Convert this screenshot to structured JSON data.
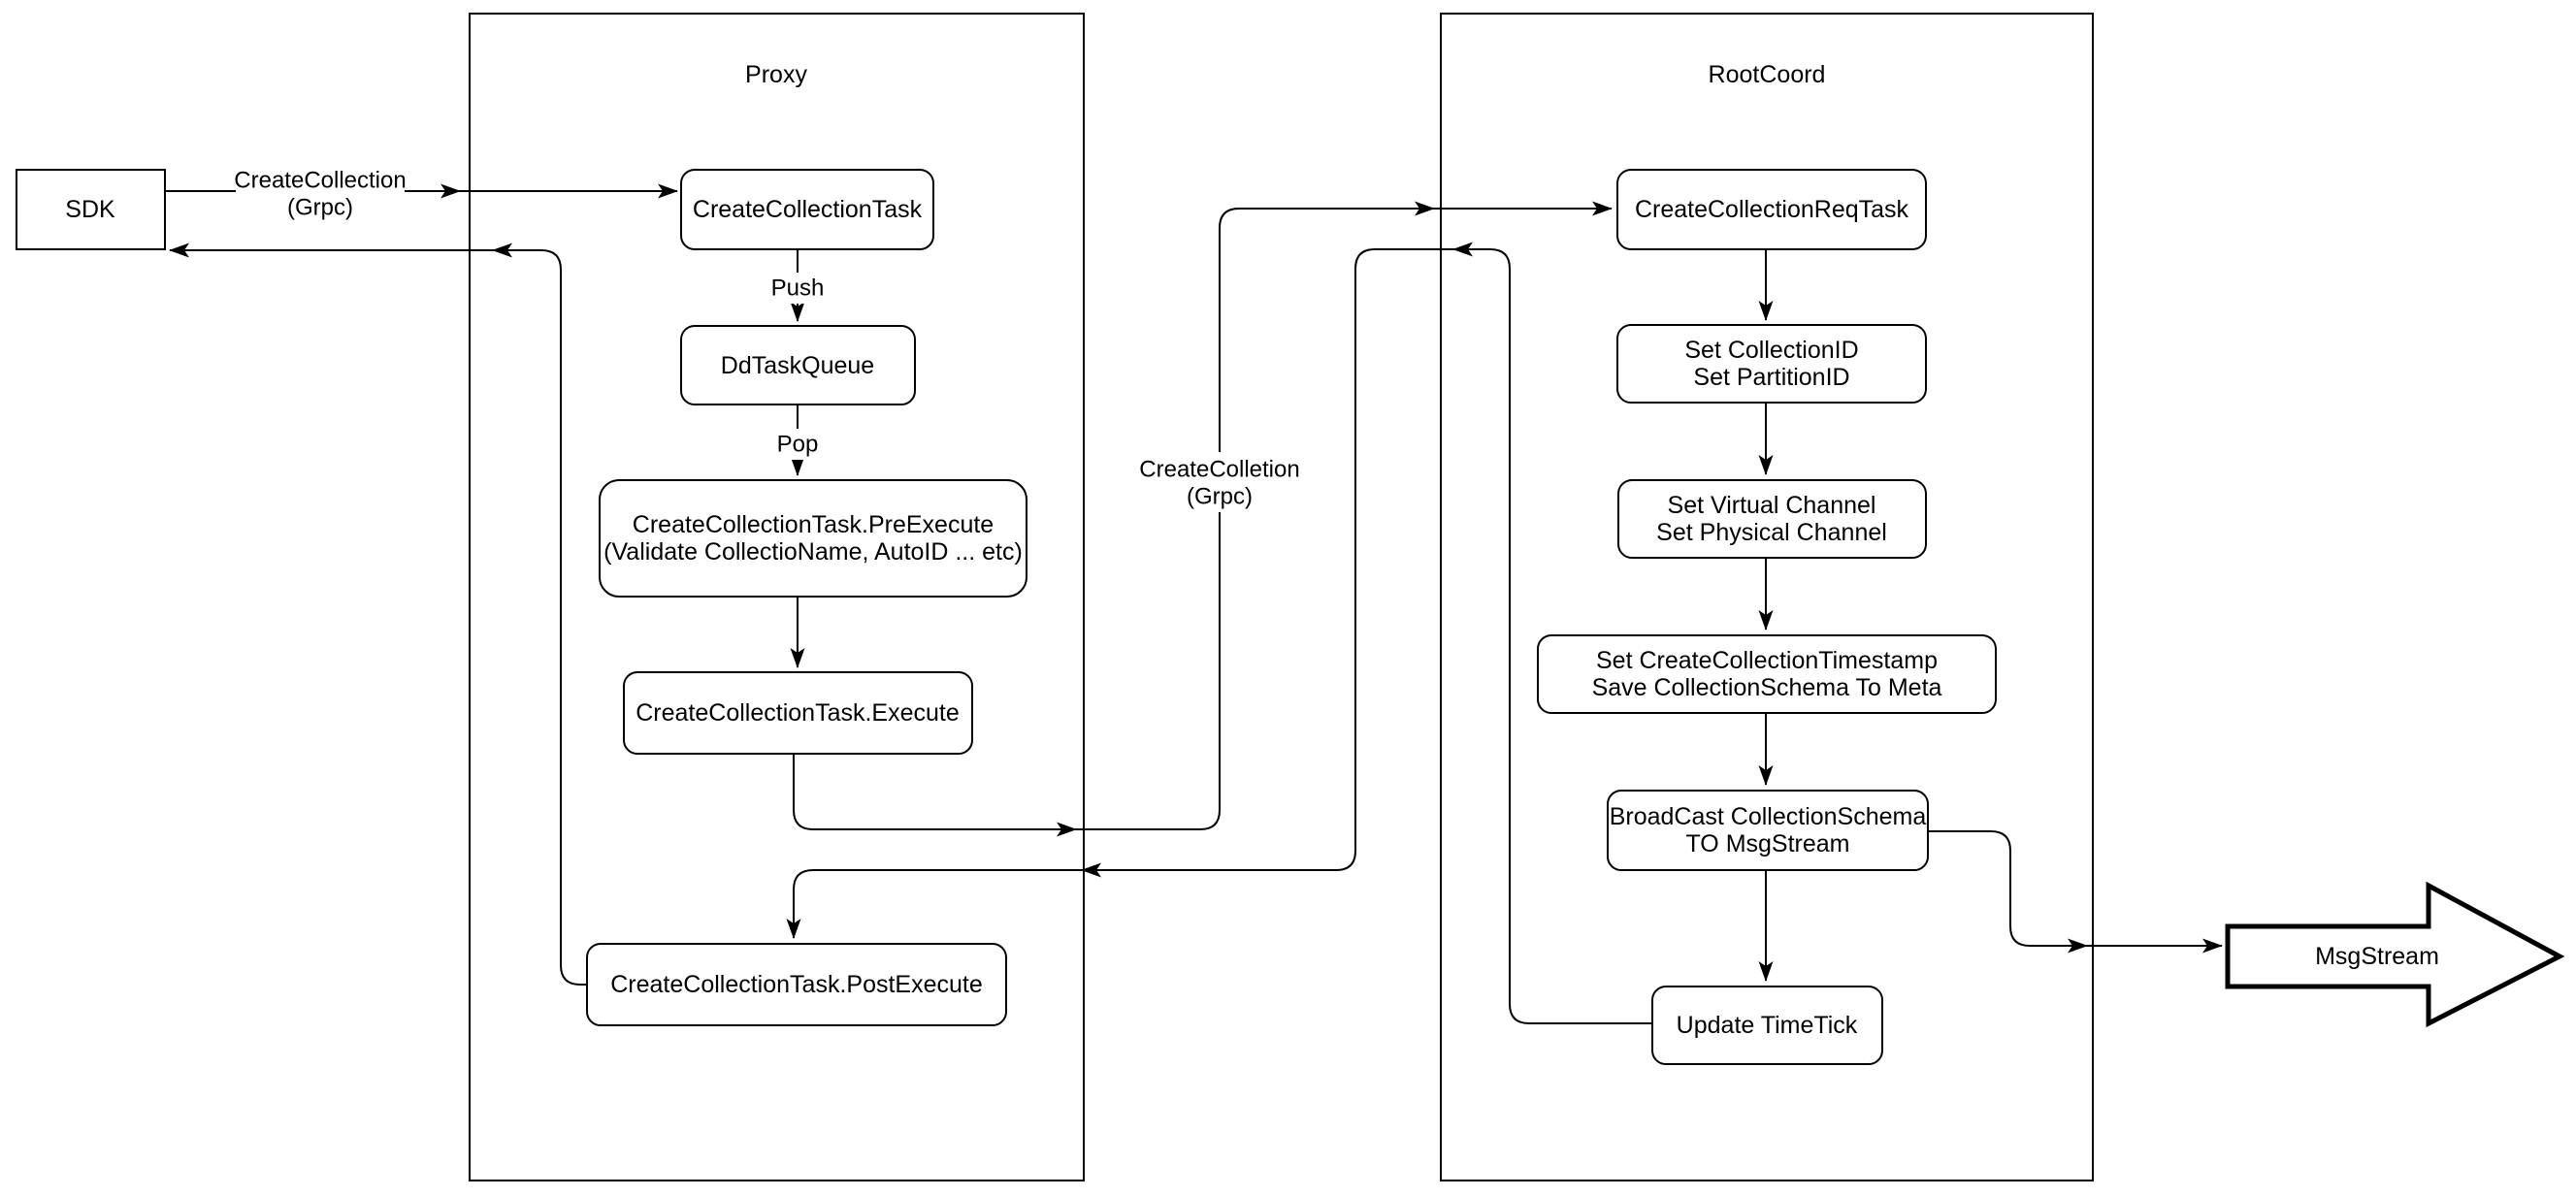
{
  "diagram": {
    "containers": {
      "proxy": "Proxy",
      "rootcoord": "RootCoord"
    },
    "nodes": {
      "sdk": {
        "l1": "SDK"
      },
      "cct": {
        "l1": "CreateCollectionTask"
      },
      "ddq": {
        "l1": "DdTaskQueue"
      },
      "pre": {
        "l1": "CreateCollectionTask.PreExecute",
        "l2": "(Validate CollectioName, AutoID ... etc)"
      },
      "exec": {
        "l1": "CreateCollectionTask.Execute"
      },
      "post": {
        "l1": "CreateCollectionTask.PostExecute"
      },
      "req": {
        "l1": "CreateCollectionReqTask"
      },
      "setids": {
        "l1": "Set CollectionID",
        "l2": "Set PartitionID"
      },
      "setchan": {
        "l1": "Set Virtual Channel",
        "l2": "Set Physical Channel"
      },
      "setts": {
        "l1": "Set CreateCollectionTimestamp",
        "l2": "Save CollectionSchema To Meta"
      },
      "broadcast": {
        "l1": "BroadCast CollectionSchema",
        "l2": "TO MsgStream"
      },
      "timetick": {
        "l1": "Update TimeTick"
      },
      "msgstream": {
        "l1": "MsgStream"
      }
    },
    "edge_labels": {
      "grpc_call": {
        "l1": "CreateCollection",
        "l2": "(Grpc)"
      },
      "push": "Push",
      "pop": "Pop",
      "grpc_internal": {
        "l1": "CreateColletion",
        "l2": "(Grpc)"
      }
    },
    "colors": {
      "stroke": "#000000",
      "fill": "#ffffff",
      "background": "#ffffff"
    }
  }
}
